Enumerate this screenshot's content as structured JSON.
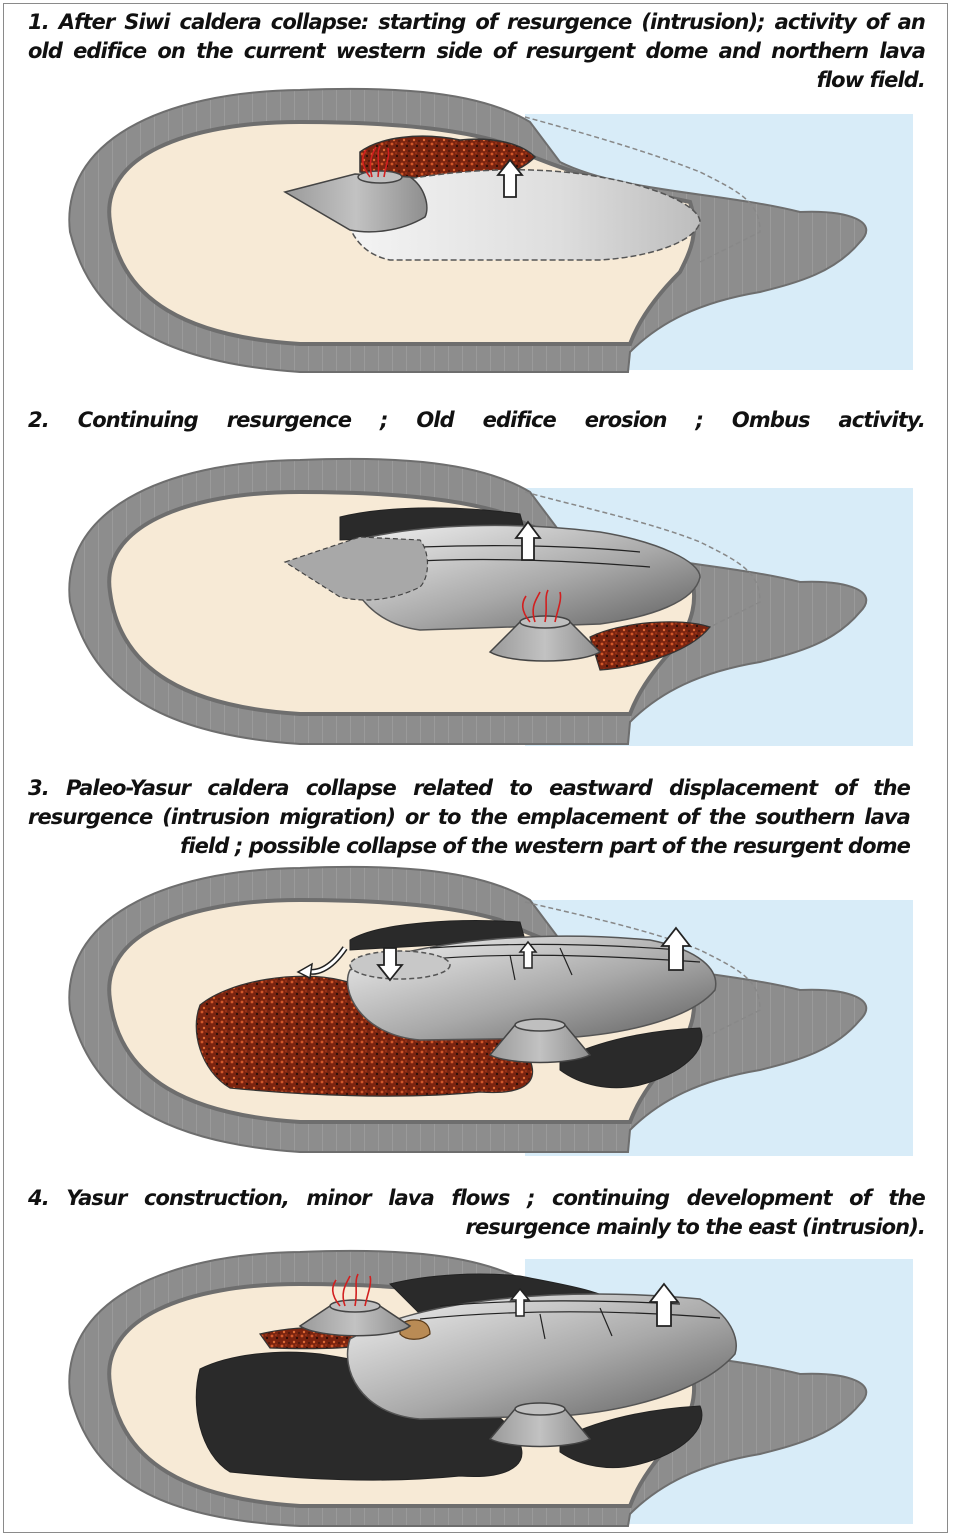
{
  "panels": [
    {
      "stage": 1,
      "caption_lines": [
        "1. After Siwi caldera collapse: starting of resurgence (intrusion); activity of an",
        "old edifice on the current western side of resurgent dome and northern lava",
        "flow field."
      ]
    },
    {
      "stage": 2,
      "caption_words": [
        "2.",
        "Continuing",
        "resurgence",
        ";",
        "Old",
        "edifice",
        "erosion",
        ";",
        "Ombus",
        "activity."
      ]
    },
    {
      "stage": 3,
      "caption_lines": [
        "3. Paleo-Yasur caldera collapse related to eastward displacement of the",
        "resurgence (intrusion migration) or to the emplacement of the southern lava",
        "field ; possible collapse of the western part of the resurgent dome"
      ]
    },
    {
      "stage": 4,
      "caption_lines": [
        "4. Yasur construction, minor lava flows ; continuing development of the",
        "resurgence mainly to the east (intrusion)."
      ]
    }
  ],
  "colors": {
    "rim": "#8c8c8c",
    "rim_inner": "#6e6e6e",
    "caldera_floor": "#f7ead6",
    "sea": "#d8ecf8",
    "lava": "#8a2a12",
    "dark_flow": "#2a2a2a",
    "cone": "#a7a7a7",
    "fumarole": "#d21f1f",
    "arrow": "#ffffff"
  },
  "icons": [
    "uplift-arrow-icon",
    "subsidence-arrow-icon",
    "curved-arrow-icon",
    "fumarole-icon",
    "volcanic-cone-icon"
  ]
}
